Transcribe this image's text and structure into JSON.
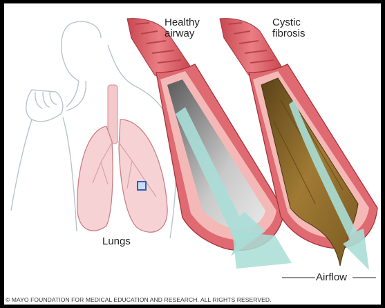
{
  "labels": {
    "healthy_airway": "Healthy\nairway",
    "cystic_fibrosis": "Cystic\nfibrosis",
    "lungs": "Lungs",
    "airflow": "Airflow"
  },
  "credit": "© MAYO FOUNDATION FOR MEDICAL EDUCATION AND RESEARCH. ALL RIGHTS RESERVED.",
  "colors": {
    "airway_tissue": "#e06a72",
    "airway_inner": "#f4b9b6",
    "mucus": "#8a6a2a",
    "airflow_arrow": "#a8ded6",
    "lung_fill": "#f6d2d4",
    "focus_box": "#2f5fb0"
  }
}
